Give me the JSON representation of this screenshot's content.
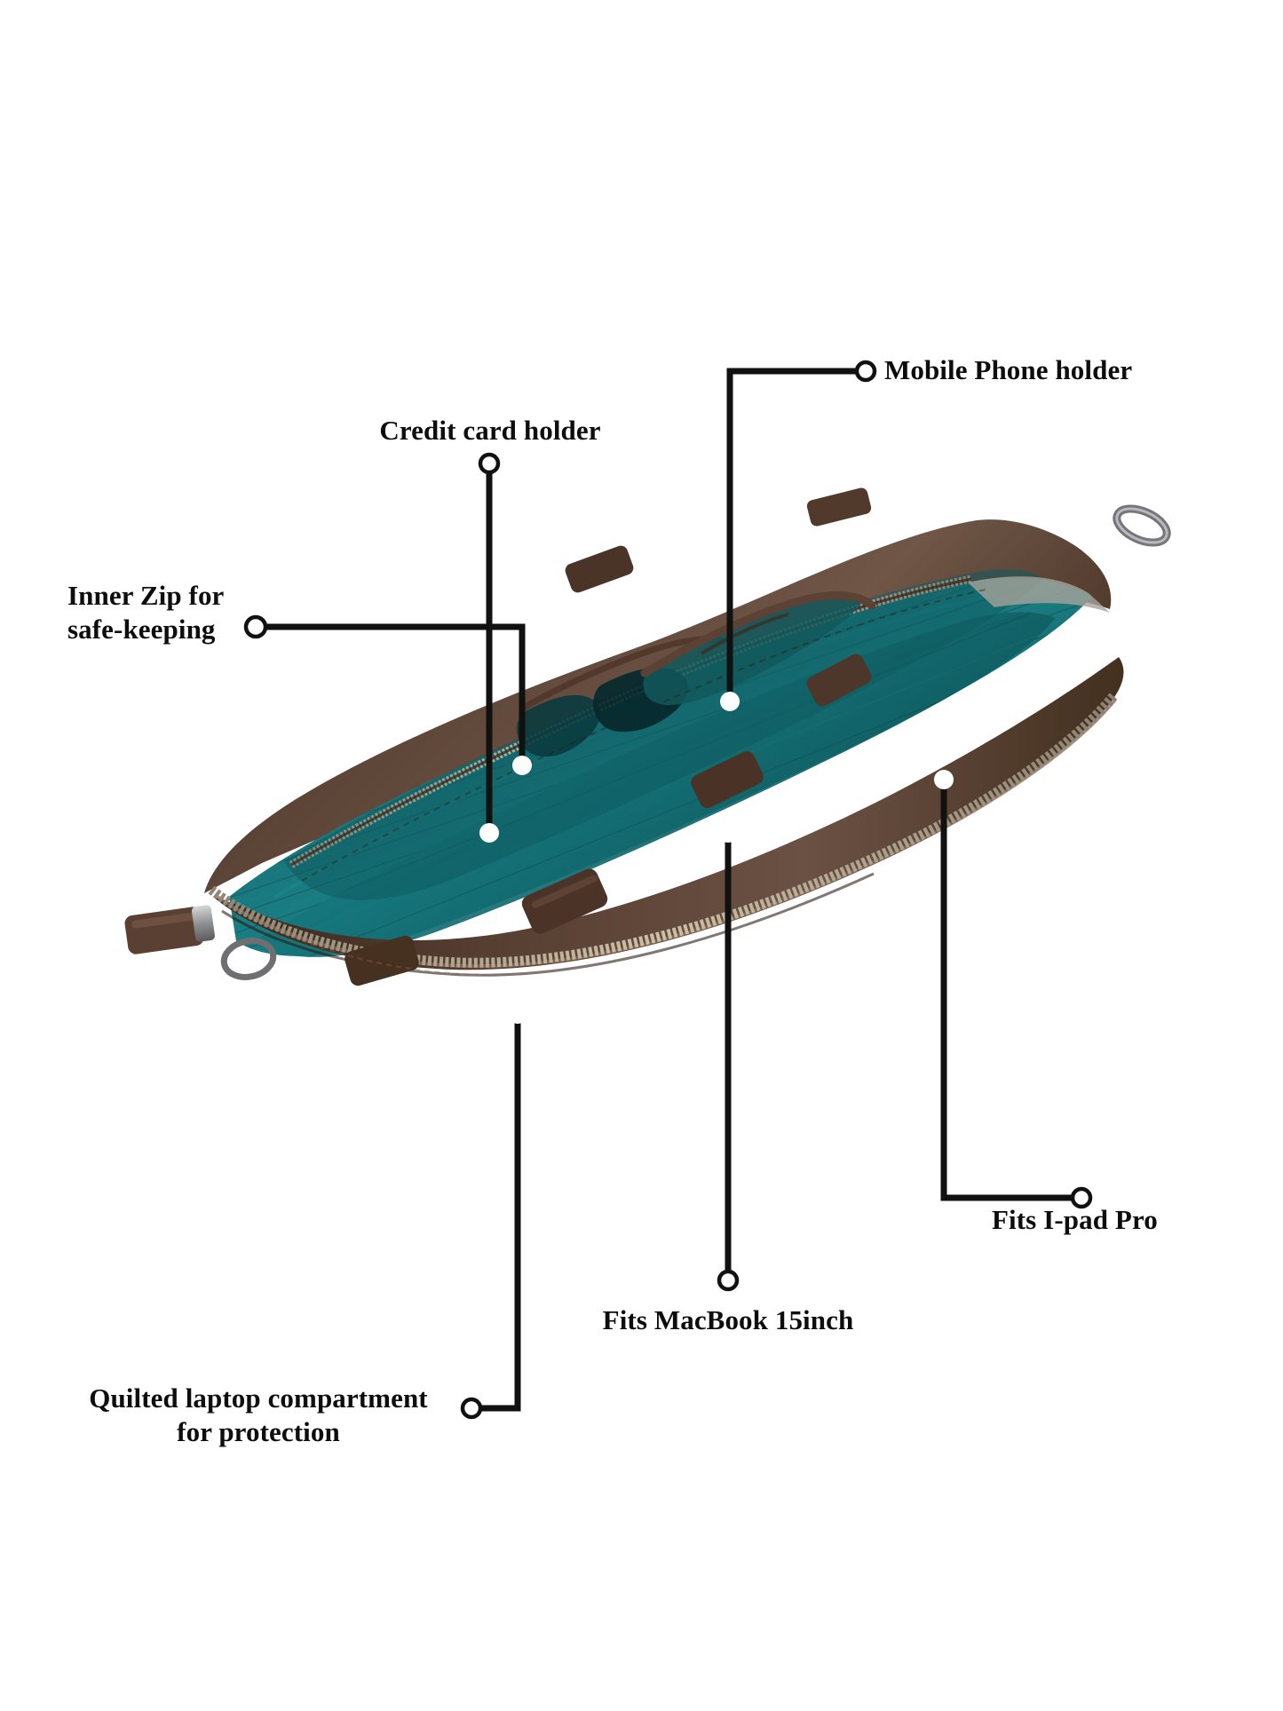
{
  "document": {
    "type": "annotated-product-diagram",
    "subject": "Leather laptop briefcase — open interior view",
    "background_color": "#ffffff",
    "text_color": "#0d0d0d",
    "leader_color": "#111111"
  },
  "product": {
    "leather_color": "#4a332a",
    "leather_light": "#6d5144",
    "lining_color": "#116a6e",
    "lining_dark": "#0a4245",
    "lining_light": "#1d8189",
    "hardware_color": "#9a9a9a",
    "zipper_color": "#b9a98f",
    "panel_grey": "#8d8881"
  },
  "callouts": [
    {
      "id": "mobile-phone-holder",
      "label": "Mobile Phone holder",
      "align": "left",
      "lines": [
        "Mobile Phone holder"
      ]
    },
    {
      "id": "credit-card-holder",
      "label": "Credit card holder",
      "align": "center",
      "lines": [
        "Credit card holder"
      ]
    },
    {
      "id": "inner-zip",
      "label": "Inner Zip for safe-keeping",
      "align": "left",
      "lines": [
        "Inner Zip for",
        "safe-keeping"
      ]
    },
    {
      "id": "fits-ipad-pro",
      "label": "Fits I-pad Pro",
      "align": "left",
      "lines": [
        "Fits I-pad Pro"
      ]
    },
    {
      "id": "fits-macbook",
      "label": "Fits MacBook 15inch",
      "align": "center",
      "lines": [
        "Fits MacBook 15inch"
      ]
    },
    {
      "id": "quilted-laptop-compartment",
      "label": "Quilted laptop compartment for protection",
      "align": "center",
      "lines": [
        "Quilted laptop compartment",
        "for protection"
      ]
    }
  ],
  "markers": {
    "hollow_circle": "open-circle-marker",
    "filled_circle": "filled-dot-marker"
  }
}
